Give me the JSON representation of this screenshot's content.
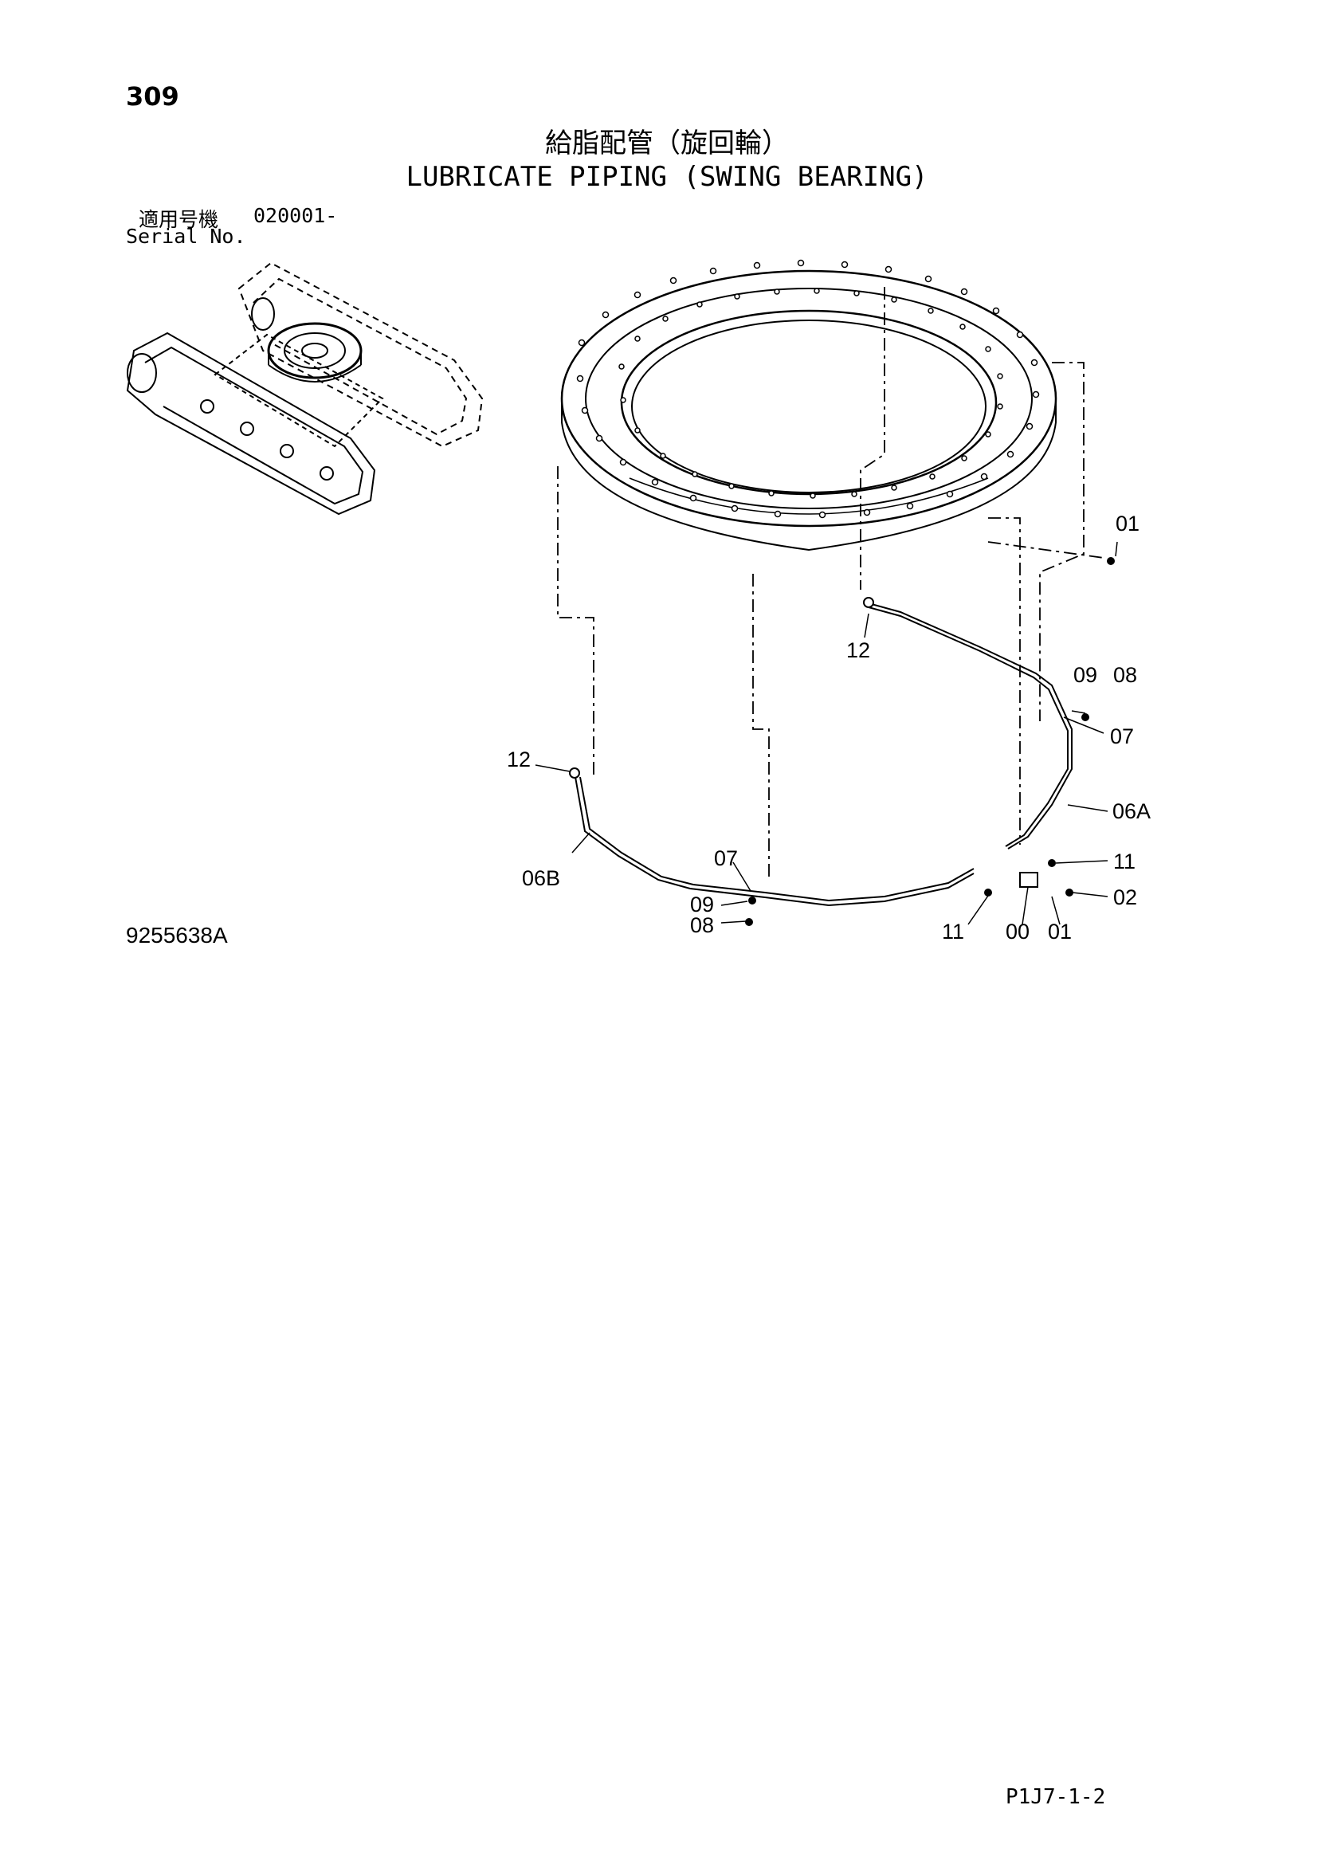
{
  "page": {
    "number": "309",
    "title_jp": "給脂配管（旋回輪）",
    "title_en": "LUBRICATE PIPING (SWING BEARING)",
    "serial_label_jp": "適用号機",
    "serial_range": "020001-",
    "serial_label_en": "Serial No.",
    "drawing_number": "9255638A",
    "page_code": "P1J7-1-2"
  },
  "callouts": {
    "c01_top": "01",
    "c12_top": "12",
    "c09_right": "09",
    "c08_right": "08",
    "c07_right": "07",
    "c12_left": "12",
    "c06A": "06A",
    "c07_left": "07",
    "c06B": "06B",
    "c09_left": "09",
    "c08_left": "08",
    "c11_right": "11",
    "c02": "02",
    "c11_bottom": "11",
    "c00": "00",
    "c01_bottom": "01"
  }
}
